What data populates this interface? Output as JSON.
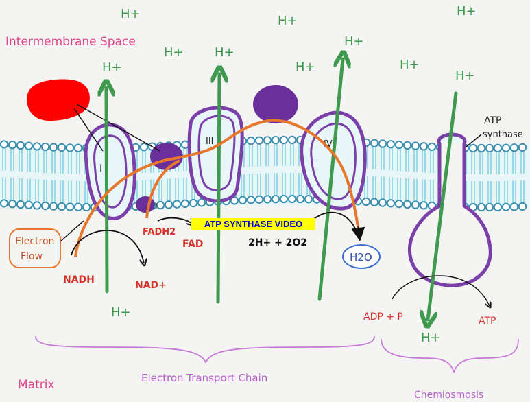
{
  "labels": {
    "intermembrane_space": "Intermembrane Space",
    "matrix": "Matrix",
    "electron_transport_chain": "Electron Transport Chain",
    "chemiosmosis": "Chemiosmosis",
    "electron_flow_line1": "Electron",
    "electron_flow_line2": "Flow",
    "atp_synthase_line1": "ATP",
    "atp_synthase_line2": "synthase",
    "complex_1": "I",
    "complex_2": "II",
    "complex_3": "III",
    "complex_4": "IV",
    "h_plus": "H+"
  },
  "reactions": {
    "nadh": "NADH",
    "nad_plus": "NAD+",
    "fadh2": "FADH2",
    "fad": "FAD",
    "oxygen_reactants": "2H+ + 2O2",
    "water": "H2O",
    "adp_p": "ADP + P",
    "atp": "ATP"
  },
  "link": {
    "label": "ATP SYNTHASE VIDEO"
  },
  "colors": {
    "membrane": "#7fd1e0",
    "protein_outline": "#7a3fa8",
    "protein_fill": "#6a2f9a",
    "electron_flow": "#e8772e",
    "proton_arrow": "#3f9a4f",
    "reaction_text": "#d6332a",
    "section_label": "#e0468c",
    "bracket": "#c879d8",
    "red_blob": "#ff0000"
  }
}
